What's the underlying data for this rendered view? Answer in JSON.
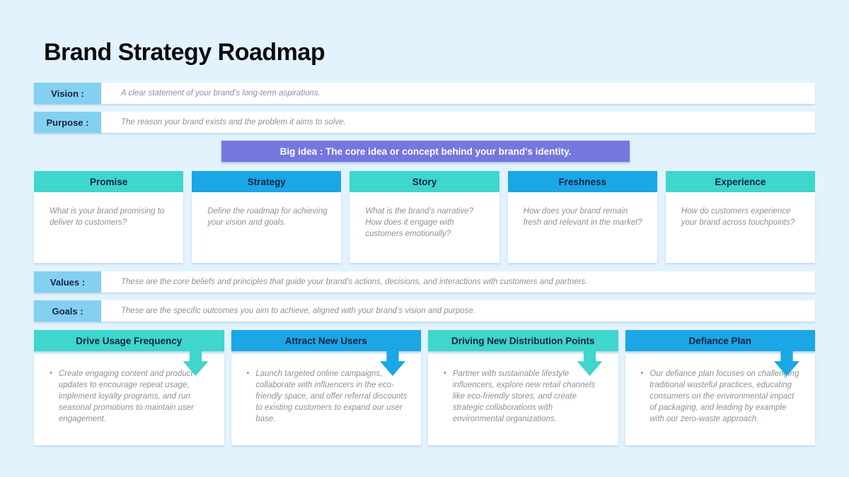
{
  "title": "Brand Strategy Roadmap",
  "bullet_glyph": "•",
  "rows": {
    "vision": {
      "label": "Vision :",
      "text": "A clear statement of your brand’s long-term aspirations."
    },
    "purpose": {
      "label": "Purpose :",
      "text": "The reason your brand exists and the problem it aims to solve."
    },
    "values": {
      "label": "Values :",
      "text": "These are the core beliefs and principles that guide your brand’s actions, decisions, and interactions with customers and partners."
    },
    "goals": {
      "label": "Goals :",
      "text": "These are the specific outcomes you aim to achieve, aligned with your brand’s vision and purpose."
    }
  },
  "big_idea": "Big idea : The core idea or concept behind your brand's identity.",
  "pillars": [
    {
      "title": "Promise",
      "accent": "#3ed6cd",
      "text": "What is your brand promising to deliver to customers?"
    },
    {
      "title": "Strategy",
      "accent": "#1ba6e6",
      "text": "Define the roadmap for achieving your vision and goals."
    },
    {
      "title": "Story",
      "accent": "#3ed6cd",
      "text": "What is the brand’s narrative? How does it engage with customers emotionally?"
    },
    {
      "title": "Freshness",
      "accent": "#1ba6e6",
      "text": "How does your brand remain fresh and relevant in the market?"
    },
    {
      "title": "Experience",
      "accent": "#3ed6cd",
      "text": "How do customers experience your brand across touchpoints?"
    }
  ],
  "plans": [
    {
      "title": "Drive Usage Frequency",
      "accent": "#3ed6cd",
      "text": "Create engaging content and product updates to encourage repeat usage, implement loyalty programs, and run seasonal promotions to maintain user engagement."
    },
    {
      "title": "Attract New Users",
      "accent": "#1ba6e6",
      "text": "Launch targeted online campaigns, collaborate with influencers in the eco-friendly space, and offer referral discounts to existing customers to expand our user base."
    },
    {
      "title": "Driving New Distribution Points",
      "accent": "#3ed6cd",
      "text": "Partner with sustainable lifestyle influencers, explore new retail channels like eco-friendly stores, and create strategic collaborations with environmental organizations."
    },
    {
      "title": "Defiance Plan",
      "accent": "#1ba6e6",
      "text": "Our defiance plan focuses on challenging traditional wasteful practices, educating consumers on the environmental impact of packaging, and leading by example with our zero-waste approach."
    }
  ],
  "colors": {
    "background": "#e2f3fd",
    "label_chip": "#84d0f1",
    "teal": "#3ed6cd",
    "blue": "#1ba6e6",
    "purple": "#7577e0",
    "header_text": "#15233f",
    "body_text": "#8b9199"
  }
}
